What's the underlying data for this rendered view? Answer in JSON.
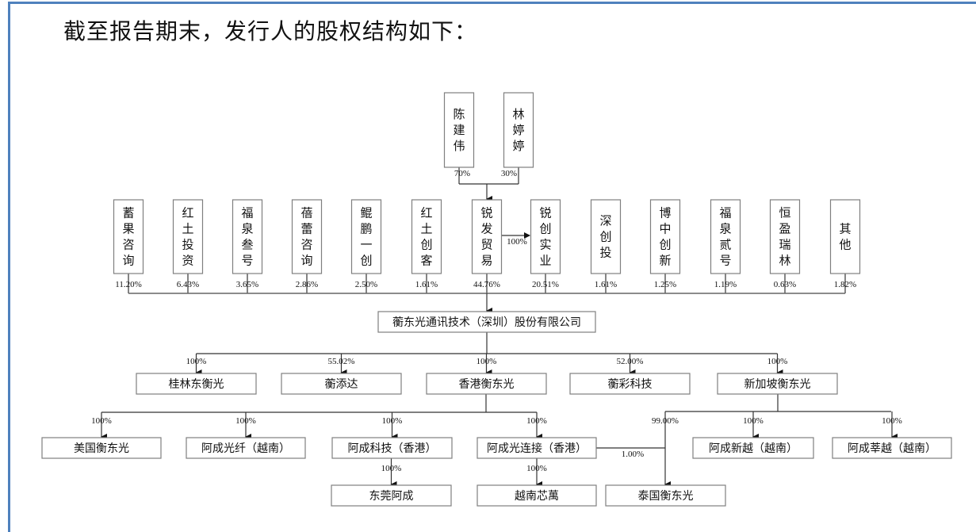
{
  "title": "截至报告期末，发行人的股权结构如下：",
  "colors": {
    "frame": "#4f81bd",
    "box_border": "#7f7f7f",
    "line": "#333333"
  },
  "top_holders": [
    {
      "name": "陈建伟",
      "pct": "70%"
    },
    {
      "name": "林婷婷",
      "pct": "30%"
    }
  ],
  "shareholders": [
    {
      "name": "蓄果咨询",
      "pct": "11.20%"
    },
    {
      "name": "红土投资",
      "pct": "6.43%"
    },
    {
      "name": "福泉叁号",
      "pct": "3.65%"
    },
    {
      "name": "蓓蕾咨询",
      "pct": "2.86%"
    },
    {
      "name": "鲲鹏一创",
      "pct": "2.50%"
    },
    {
      "name": "红土创客",
      "pct": "1.61%"
    },
    {
      "name": "锐发贸易",
      "pct": "44.76%"
    },
    {
      "name": "锐创实业",
      "pct": "20.51%"
    },
    {
      "name": "深创投",
      "pct": "1.61%"
    },
    {
      "name": "博中创新",
      "pct": "1.25%"
    },
    {
      "name": "福泉贰号",
      "pct": "1.19%"
    },
    {
      "name": "恒盈瑞林",
      "pct": "0.63%"
    },
    {
      "name": "其他",
      "pct": "1.82%"
    }
  ],
  "ruifa_to_ruichuang_pct": "100%",
  "company": "蘅东光通讯技术（深圳）股份有限公司",
  "subsidiaries": [
    {
      "name": "桂林东衡光",
      "pct": "100%"
    },
    {
      "name": "蘅添达",
      "pct": "55.02%"
    },
    {
      "name": "香港衡东光",
      "pct": "100%"
    },
    {
      "name": "蘅彩科技",
      "pct": "52.00%"
    },
    {
      "name": "新加坡衡东光",
      "pct": "100%"
    }
  ],
  "hk_children": [
    {
      "name": "美国衡东光",
      "pct": "100%"
    },
    {
      "name": "阿成光纤（越南）",
      "pct": "100%"
    },
    {
      "name": "阿成科技（香港）",
      "pct": "100%"
    },
    {
      "name": "阿成光连接（香港）",
      "pct": "100%"
    }
  ],
  "sg_children": [
    {
      "name": "泰国衡东光",
      "pct": "99.00%"
    },
    {
      "name": "阿成新越（越南）",
      "pct": "100%"
    },
    {
      "name": "阿成莘越（越南）",
      "pct": "100%"
    }
  ],
  "grandchildren": [
    {
      "parent": "阿成科技（香港）",
      "name": "东莞阿成",
      "pct": "100%"
    },
    {
      "parent": "阿成光连接（香港）",
      "name": "越南芯萬",
      "pct": "100%"
    }
  ],
  "thai_minor": {
    "from": "阿成光连接（香港）",
    "pct": "1.00%"
  }
}
